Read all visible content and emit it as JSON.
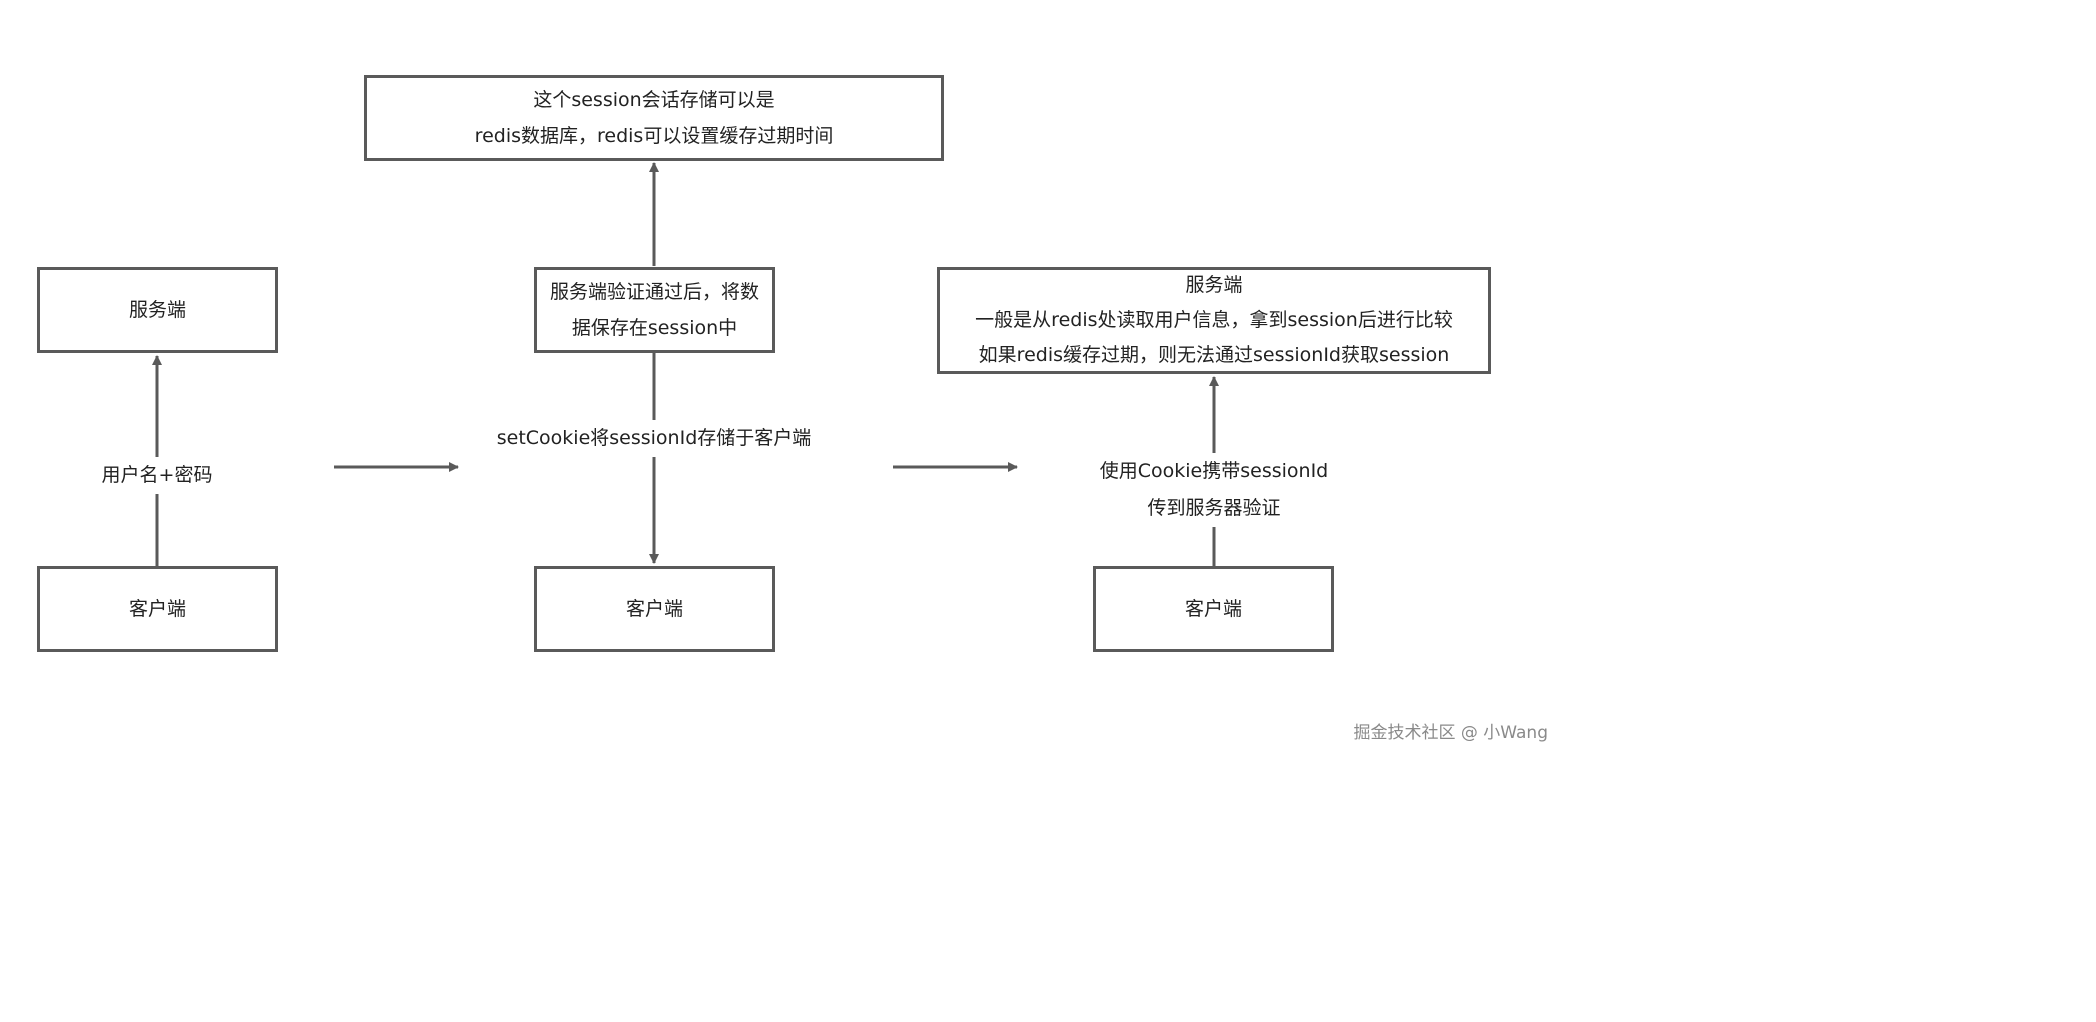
{
  "colors": {
    "stroke": "#5a5a5a",
    "text": "#222222",
    "watermark": "#8a8a8a"
  },
  "stage1": {
    "server": "服务端",
    "client": "客户端",
    "edge_label": "用户名+密码"
  },
  "stage2": {
    "storage_note": [
      "这个session会话存储可以是",
      "redis数据库，redis可以设置缓存过期时间"
    ],
    "server_verify": [
      "服务端验证通过后，将数",
      "据保存在session中"
    ],
    "client": "客户端",
    "edge_label": "setCookie将sessionId存储于客户端"
  },
  "stage3": {
    "server": [
      "服务端",
      "一般是从redis处读取用户信息，拿到session后进行比较",
      "如果redis缓存过期，则无法通过sessionId获取session"
    ],
    "client": "客户端",
    "edge_label": [
      "使用Cookie携带sessionId",
      "传到服务器验证"
    ]
  },
  "watermark": "掘金技术社区 @ 小Wang"
}
